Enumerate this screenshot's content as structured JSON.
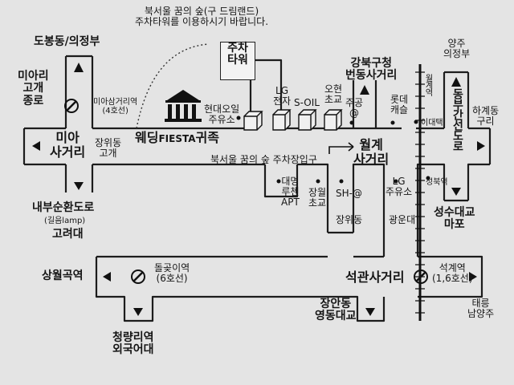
{
  "notice": {
    "line1": "북서울 꿈의 숲(구 드림랜드)",
    "line2": "주차타워를 이용하시기 바랍니다."
  },
  "parking_tower": {
    "line1": "주차",
    "line2": "타워"
  },
  "venue": {
    "korean": "웨딩",
    "brand": "FIESTA",
    "suffix": "귀족"
  },
  "parking_entrance": "북서울 꿈의 숲 주차장입구",
  "labels": {
    "dobong": "도봉동/의정부",
    "miari_pass": [
      "미아리",
      "고개",
      "종로"
    ],
    "miari_pass_station": "미아삼거리역",
    "line4": "(4호선)",
    "mia_junction": [
      "미아",
      "사거리"
    ],
    "jangwidong_pass": [
      "장위동",
      "고개"
    ],
    "ring_road": "내부순환도로",
    "gilum": "(길음lamp)",
    "korea_univ": "고려대",
    "hyundai_oil": [
      "현대오일",
      "주유소"
    ],
    "lg_electronics": [
      "LG",
      "전자"
    ],
    "s_oil": "S-OIL",
    "ohyeon_school": [
      "오현",
      "초교"
    ],
    "jungang": [
      "주공",
      "@"
    ],
    "gangbuk_office": [
      "강북구청",
      "번동사거리"
    ],
    "lotte_castle": [
      "롯데",
      "캐슬"
    ],
    "wolgye_station": "월계역",
    "idaetaek": "이대택",
    "yangju": [
      "양주",
      "의정부"
    ],
    "dongbu_expressway": "동부간선도로",
    "hagye_dong": [
      "하계동",
      "구리"
    ],
    "wolgye_junction": [
      "월계",
      "사거리"
    ],
    "daemyung_apt": [
      "대명",
      "루첸",
      "APT"
    ],
    "jangwol_school": [
      "장월",
      "초교"
    ],
    "sh_apt": "SH-@",
    "lg_gas": [
      "LG",
      "주유소"
    ],
    "seongbuk_station": "성북역",
    "jangwidong": "장위동",
    "kwangwoon_univ": "광운대",
    "seongsu_bridge": [
      "성수대교",
      "마포"
    ],
    "sangwolgok": "상월곡역",
    "dolgoji_station": [
      "돌곶이역",
      "(6호선)"
    ],
    "seokgwan_junction": "석관사거리",
    "seokgye_station": [
      "석계역",
      "(1,6호선)"
    ],
    "jangan_dong": [
      "장안동",
      "영동대교"
    ],
    "taereung": [
      "태릉",
      "남양주"
    ],
    "cheongnyangni": [
      "청량리역",
      "외국어대"
    ]
  }
}
